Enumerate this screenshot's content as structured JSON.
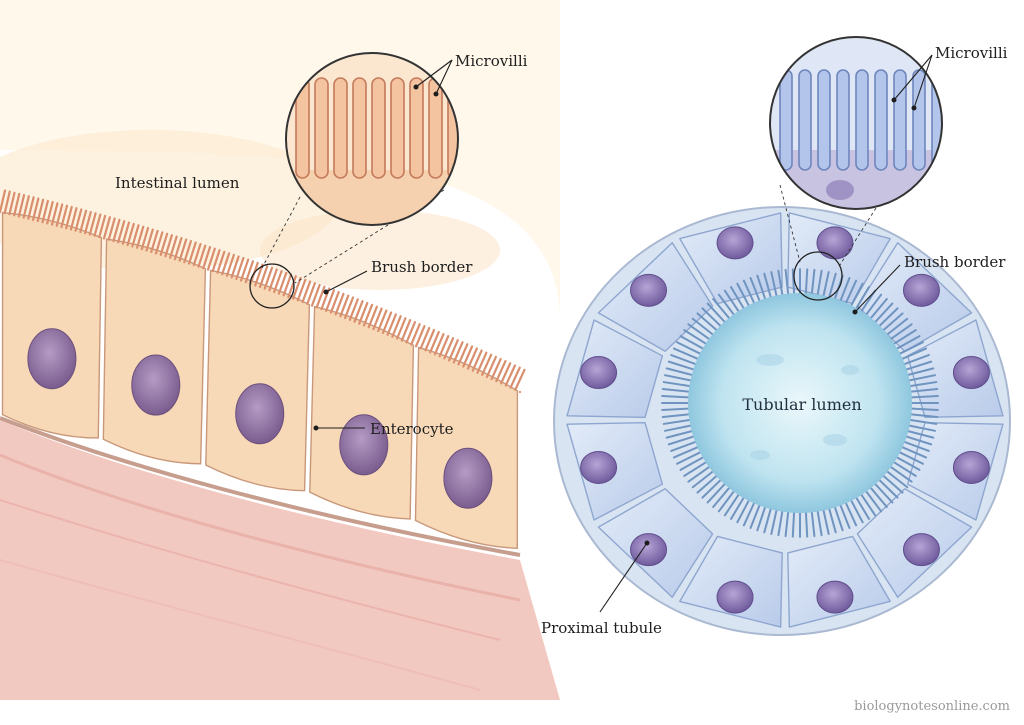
{
  "intestine": {
    "microvilli_label": "Microvilli",
    "lumen_label": "Intestinal lumen",
    "brush_border_label": "Brush border",
    "cell_label": "Enterocyte"
  },
  "tubule": {
    "microvilli_label": "Microvilli",
    "brush_border_label": "Brush border",
    "lumen_label": "Tubular lumen",
    "structure_label": "Proximal tubule"
  },
  "watermark": "biologynotesonline.com",
  "colors": {
    "intestine_cell": "#f7d9b8",
    "intestine_nucleus": "#8a6a98",
    "tubule_cell": "#cfdcf2",
    "tubule_nucleus": "#7f6aa8",
    "tubule_lumen": "#bfe4f0"
  }
}
